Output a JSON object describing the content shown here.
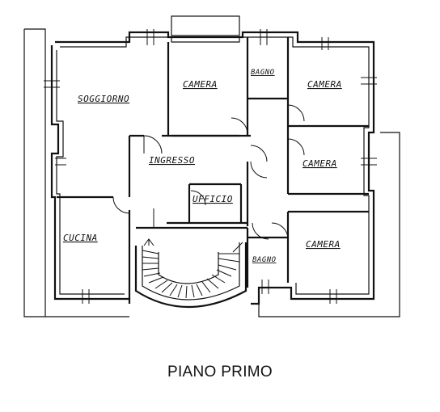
{
  "floor_title": "PIANO PRIMO",
  "rooms": {
    "soggiorno": "SOGGIORNO",
    "camera_top": "CAMERA",
    "bagno_top": "BAGNO",
    "camera_top_right": "CAMERA",
    "ingresso": "INGRESSO",
    "camera_mid_right": "CAMERA",
    "ufficio": "UFFICIO",
    "cucina": "CUCINA",
    "bagno_bottom": "BAGNO",
    "camera_bottom_right": "CAMERA"
  }
}
